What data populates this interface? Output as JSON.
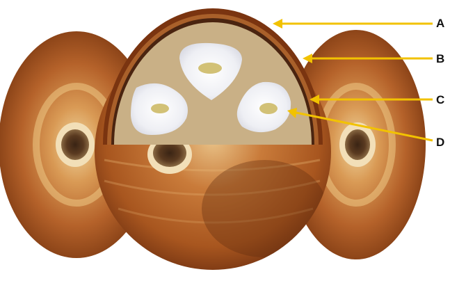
{
  "diagram": {
    "labels": [
      {
        "id": "A",
        "text": "A"
      },
      {
        "id": "B",
        "text": "B"
      },
      {
        "id": "C",
        "text": "C"
      },
      {
        "id": "D",
        "text": "D"
      }
    ]
  },
  "colors": {
    "leader_line": "#f2c200",
    "husk_dark": "#8a4416",
    "husk_mid": "#c06c2c",
    "husk_light": "#e0a25e",
    "kernel_tan": "#c9b086",
    "seed_white": "#f7f7fa",
    "embryo_yellow": "#d2c176"
  }
}
